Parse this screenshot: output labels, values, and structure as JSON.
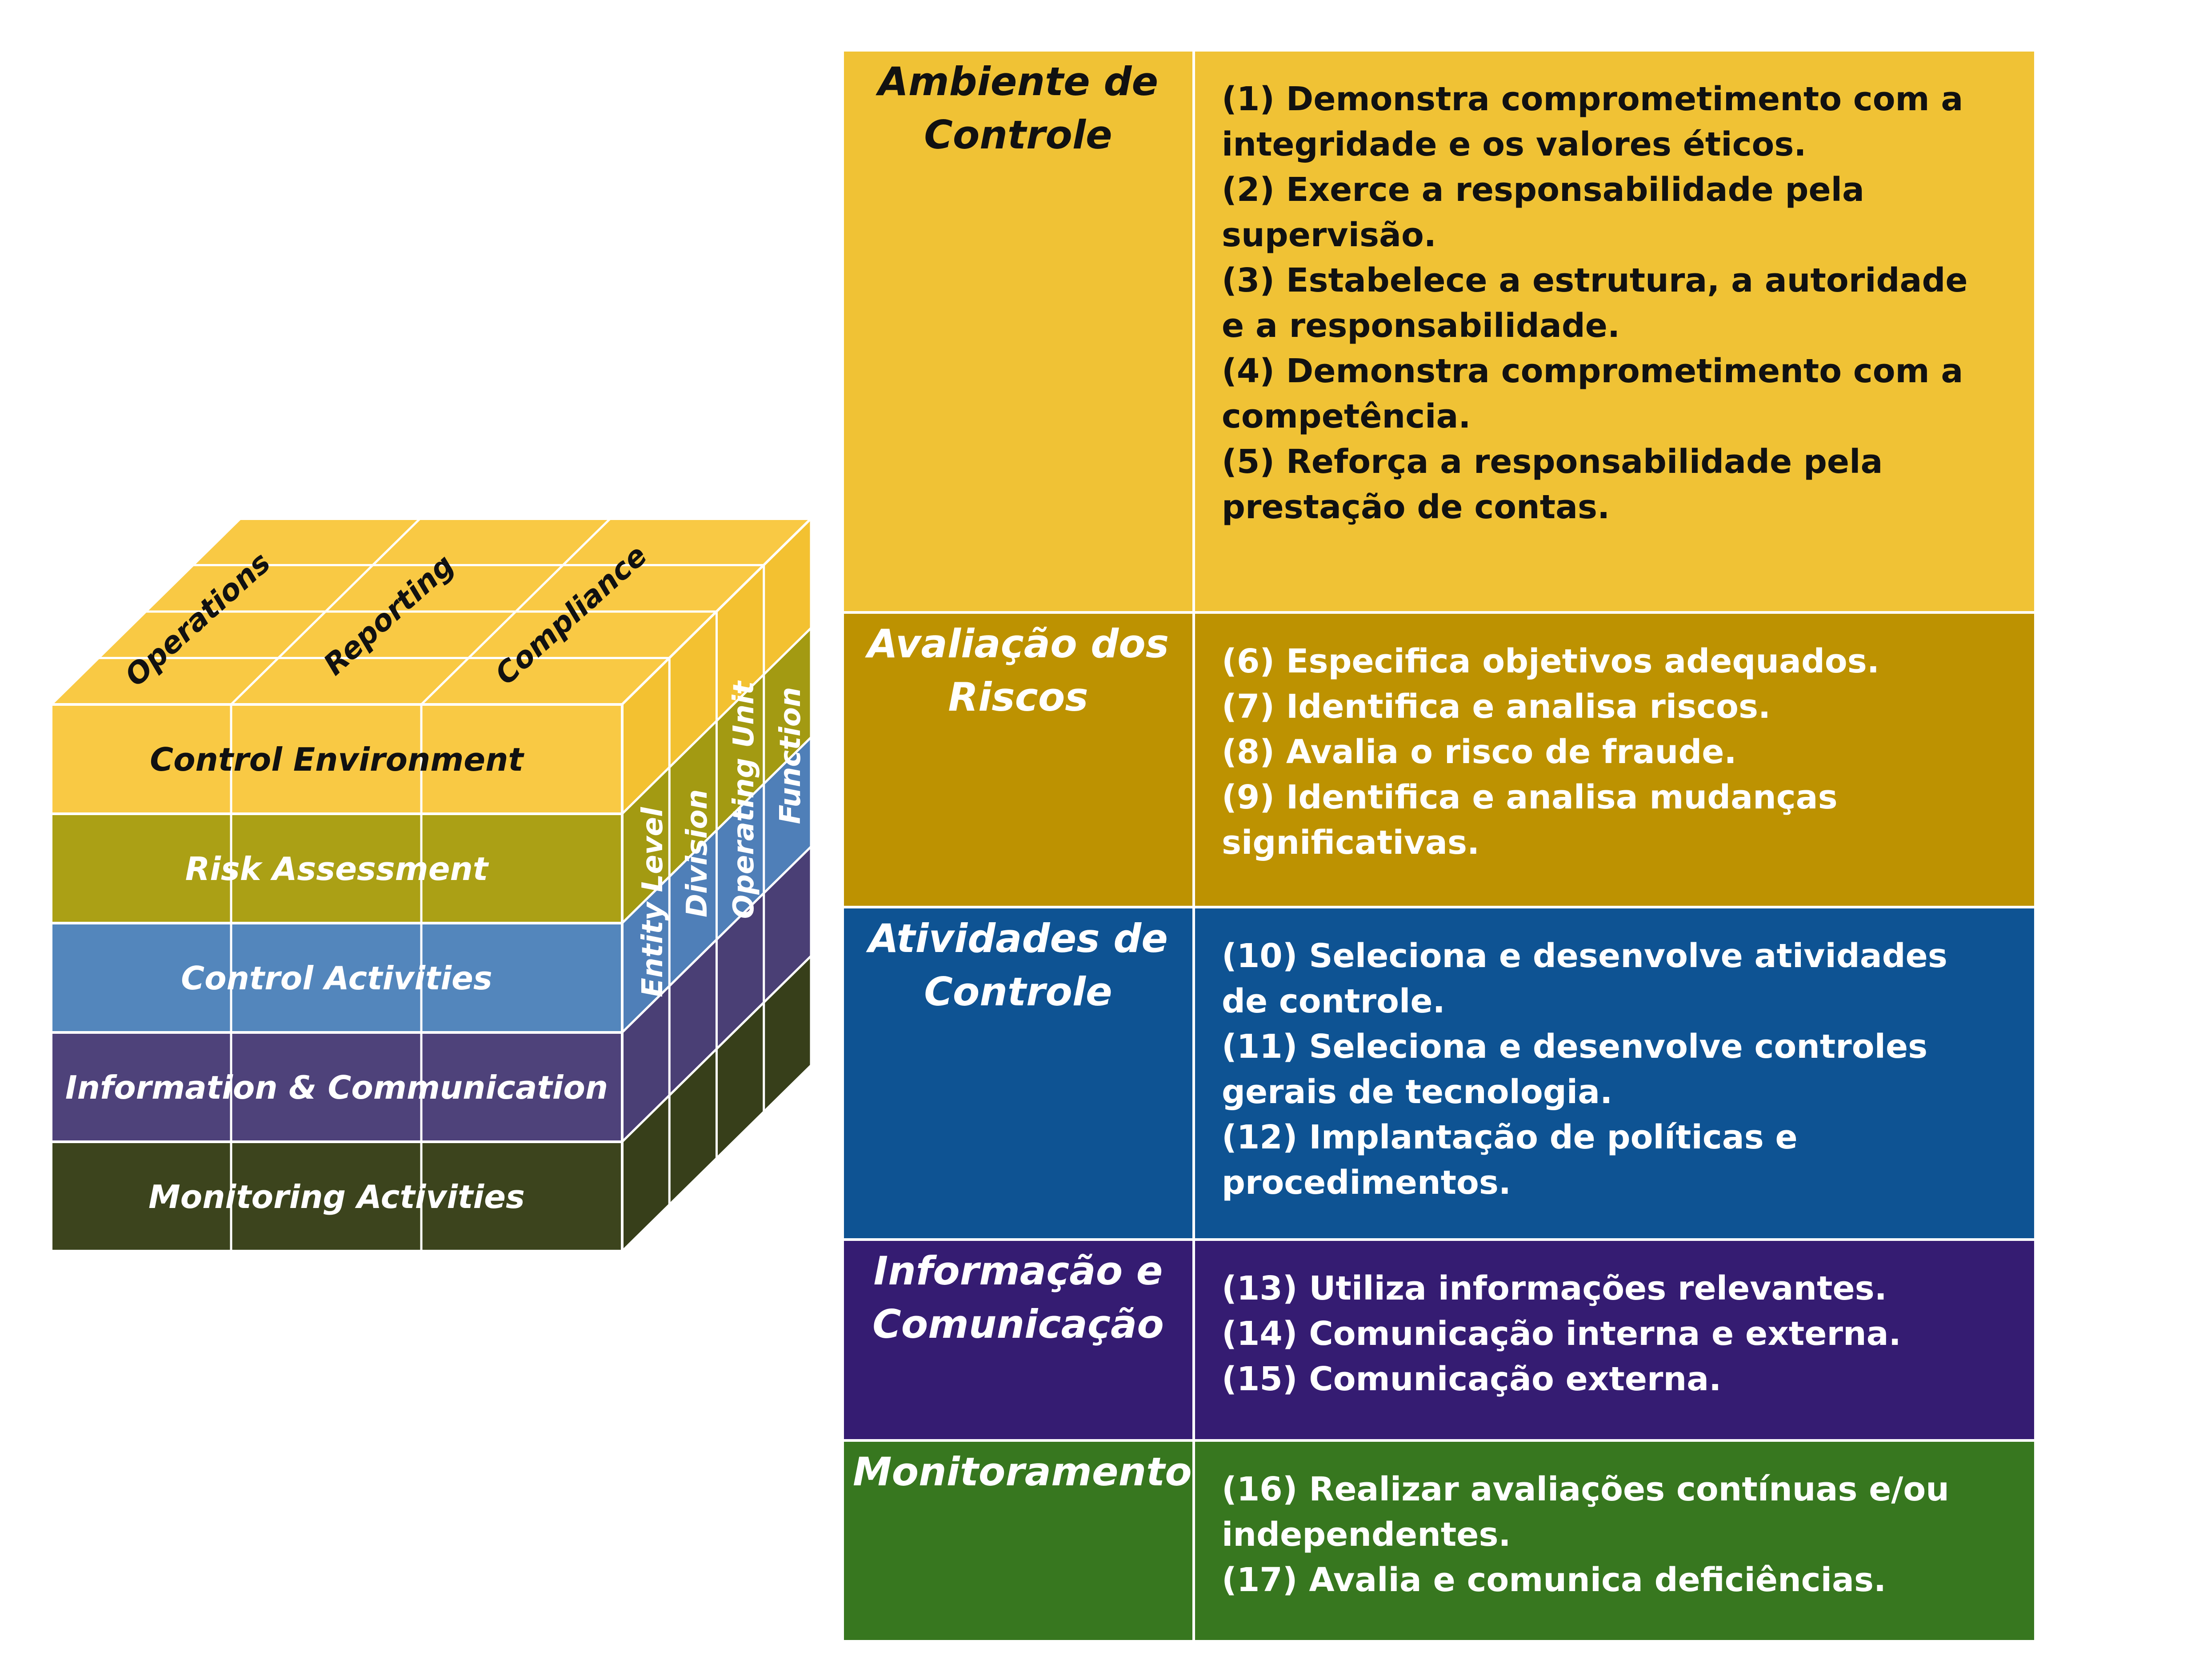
{
  "cube": {
    "top_labels": [
      "Operations",
      "Reporting",
      "Compliance"
    ],
    "layers": [
      {
        "label": "Control Environment",
        "color": "#f9c944",
        "side": "#f3c131",
        "text_color": "#111111"
      },
      {
        "label": "Risk Assessment",
        "color": "#aba015",
        "side": "#a39a12",
        "text_color": "#ffffff"
      },
      {
        "label": "Control Activities",
        "color": "#5386bc",
        "side": "#4f7fb8",
        "text_color": "#ffffff"
      },
      {
        "label": "Information & Communication",
        "color": "#4e427a",
        "side": "#4a3f75",
        "text_color": "#ffffff"
      },
      {
        "label": "Monitoring Activities",
        "color": "#3c441d",
        "side": "#373f1a",
        "text_color": "#ffffff"
      }
    ],
    "side_labels": [
      "Entity Level",
      "Division",
      "Operating Unit",
      "Function"
    ]
  },
  "components": [
    {
      "title_lines": [
        "Ambiente de",
        "Controle"
      ],
      "bg": "#f0c235",
      "fg": "#111111",
      "principles": [
        "(1) Demonstra comprometimento com a integridade e os valores éticos.",
        "(2) Exerce a responsabilidade pela supervisão.",
        "(3) Estabelece a estrutura, a autoridade e a responsabilidade.",
        "(4) Demonstra comprometimento com a competência.",
        "(5) Reforça a responsabilidade pela prestação de contas."
      ]
    },
    {
      "title_lines": [
        "Avaliação dos",
        "Riscos"
      ],
      "bg": "#bd9201",
      "fg": "#ffffff",
      "principles": [
        "(6) Especifica objetivos adequados.",
        "(7) Identifica e analisa riscos.",
        "(8) Avalia o risco de fraude.",
        "(9) Identifica e analisa mudanças significativas."
      ]
    },
    {
      "title_lines": [
        "Atividades de",
        "Controle"
      ],
      "bg": "#0e5393",
      "fg": "#ffffff",
      "principles": [
        "(10) Seleciona e desenvolve atividades de controle.",
        "(11) Seleciona e desenvolve controles gerais de tecnologia.",
        "(12) Implantação de políticas e procedimentos."
      ]
    },
    {
      "title_lines": [
        "Informação e",
        "Comunicação"
      ],
      "bg": "#351c72",
      "fg": "#ffffff",
      "principles": [
        "(13) Utiliza informações relevantes.",
        "(14) Comunicação interna e externa.",
        "(15) Comunicação externa."
      ]
    },
    {
      "title_lines": [
        "Monitoramento"
      ],
      "bg": "#37771f",
      "fg": "#ffffff",
      "principles": [
        "(16) Realizar avaliações contínuas e/ou independentes.",
        "(17) Avalia e comunica deficiências."
      ]
    }
  ]
}
